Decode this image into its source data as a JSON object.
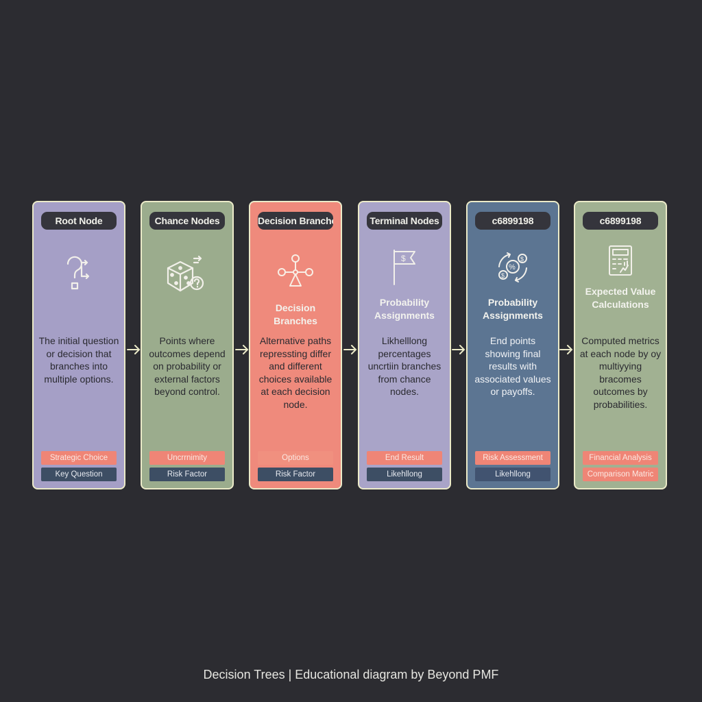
{
  "cards": [
    {
      "title": "Root Node",
      "icon": "question-branch-icon",
      "subtitle": "",
      "description": "The initial question or decision that branches into multiple options.",
      "tags": [
        "Strategic Choice",
        "Key Question"
      ]
    },
    {
      "title": "Chance Nodes",
      "icon": "dice-icon",
      "subtitle": "",
      "description": "Points where outcomes depend on probability or external factors beyond control.",
      "tags": [
        "Uncrrnimity",
        "Risk Factor"
      ]
    },
    {
      "title": "Decision Branches",
      "icon": "branch-network-icon",
      "subtitle": "Decision Branches",
      "description": "Alternative paths repressting differ and different choices available at each decision node.",
      "tags": [
        "Options",
        "Risk Factor"
      ]
    },
    {
      "title": "Terminal Nodes",
      "icon": "dollar-flag-icon",
      "subtitle": "Probability Assignments",
      "description": "Likhelllong percentages uncrtiin branches from chance nodes.",
      "tags": [
        "End Result",
        "Likehllong"
      ]
    },
    {
      "title": "c6899198",
      "icon": "percent-exchange-icon",
      "subtitle": "Probability Assignments",
      "description": "End points showing final results with associated values or payoffs.",
      "tags": [
        "Risk Assessment",
        "Likehllong"
      ]
    },
    {
      "title": "c6899198",
      "icon": "calculator-icon",
      "subtitle": "Expected Value Calculations",
      "description": "Computed metrics at each node by oy multiyying bracomes outcomes by probabilities.",
      "tags": [
        "Financial Analysis",
        "Comparison Matric"
      ]
    }
  ],
  "footer": "Decision Trees | Educational diagram by Beyond PMF"
}
